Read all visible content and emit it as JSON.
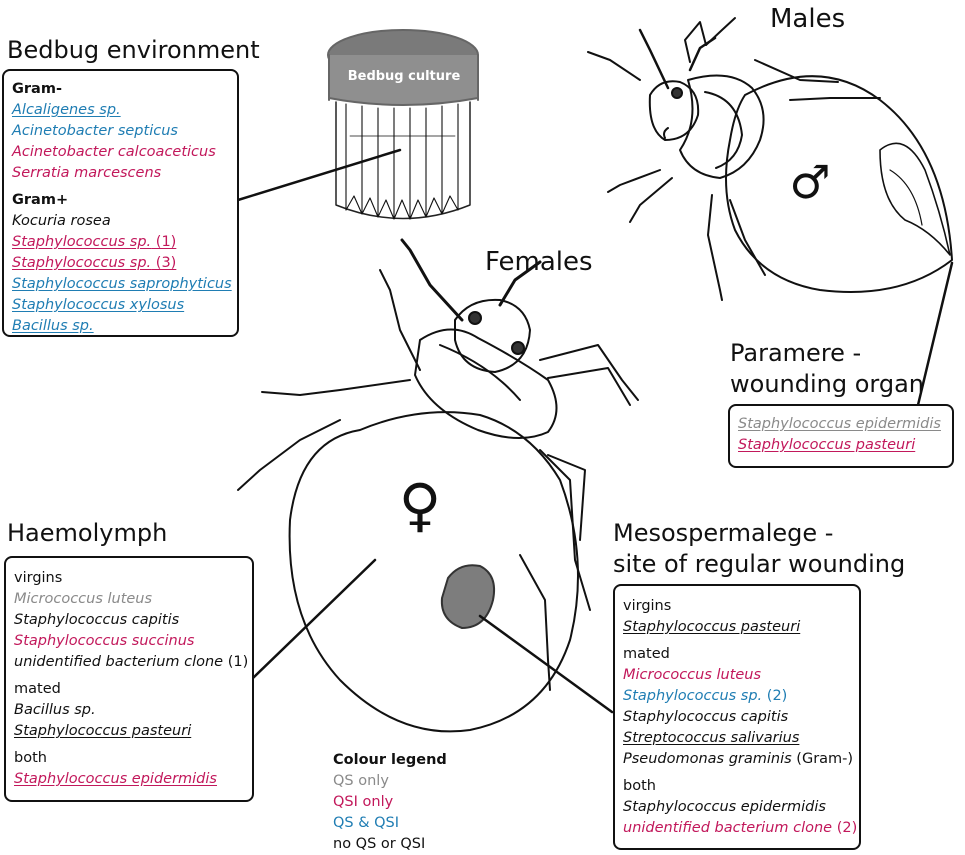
{
  "colors": {
    "qs_only": "#8a8a8a",
    "qsi_only": "#c2185b",
    "qs_qsi": "#1f7db3",
    "none": "#111111"
  },
  "titles": {
    "environment": "Bedbug environment",
    "males": "Males",
    "females": "Females",
    "paramere": [
      "Paramere -",
      "wounding organ"
    ],
    "haemolymph": "Haemolymph",
    "mesospermalege": [
      "Mesospermalege -",
      "site of regular wounding"
    ],
    "culture": "Bedbug culture",
    "male_symbol": "♂",
    "female_symbol": "♀"
  },
  "environment_box": {
    "groups": [
      {
        "label": "Gram-",
        "items": [
          {
            "name": "Alcaligenes sp.",
            "color": "qs_qsi",
            "underline": true
          },
          {
            "name": "Acinetobacter septicus",
            "color": "qs_qsi",
            "underline": false
          },
          {
            "name": "Acinetobacter calcoaceticus",
            "color": "qsi_only",
            "underline": false
          },
          {
            "name": "Serratia marcescens",
            "color": "qsi_only",
            "underline": false
          }
        ]
      },
      {
        "label": "Gram+",
        "items": [
          {
            "name": "Kocuria rosea",
            "color": "none",
            "underline": false
          },
          {
            "name": "Staphylococcus sp.",
            "suffix": " (1)",
            "color": "qsi_only",
            "underline": true
          },
          {
            "name": "Staphylococcus sp.",
            "suffix": " (3)",
            "color": "qsi_only",
            "underline": true
          },
          {
            "name": "Staphylococcus saprophyticus",
            "color": "qs_qsi",
            "underline": true
          },
          {
            "name": "Staphylococcus xylosus",
            "color": "qs_qsi",
            "underline": true
          },
          {
            "name": "Bacillus sp.",
            "color": "qs_qsi",
            "underline": true
          }
        ]
      }
    ]
  },
  "paramere_box": {
    "items": [
      {
        "name": "Staphylococcus epidermidis",
        "color": "qs_only",
        "underline": true
      },
      {
        "name": "Staphylococcus pasteuri",
        "color": "qsi_only",
        "underline": true
      }
    ]
  },
  "haemolymph_box": {
    "groups": [
      {
        "label": "virgins",
        "items": [
          {
            "name": "Micrococcus luteus",
            "color": "qs_only",
            "underline": false
          },
          {
            "name": "Staphylococcus capitis",
            "color": "none",
            "underline": false
          },
          {
            "name": "Staphylococcus succinus",
            "color": "qsi_only",
            "underline": false
          },
          {
            "name": "unidentified bacterium clone",
            "suffix": " (1)",
            "color": "none",
            "underline": false
          }
        ]
      },
      {
        "label": "mated",
        "items": [
          {
            "name": "Bacillus sp.",
            "color": "none",
            "underline": false
          },
          {
            "name": "Staphylococcus pasteuri",
            "color": "none",
            "underline": true
          }
        ]
      },
      {
        "label": "both",
        "items": [
          {
            "name": "Staphylococcus epidermidis",
            "color": "qsi_only",
            "underline": true
          }
        ]
      }
    ]
  },
  "mesospermalege_box": {
    "groups": [
      {
        "label": "virgins",
        "items": [
          {
            "name": "Staphylococcus pasteuri",
            "color": "none",
            "underline": true
          }
        ]
      },
      {
        "label": "mated",
        "items": [
          {
            "name": "Micrococcus luteus",
            "color": "qsi_only",
            "underline": false
          },
          {
            "name": "Staphylococcus sp.",
            "suffix": " (2)",
            "color": "qs_qsi",
            "underline": false
          },
          {
            "name": "Staphylococcus capitis",
            "color": "none",
            "underline": false
          },
          {
            "name": "Streptococcus salivarius",
            "color": "none",
            "underline": true
          },
          {
            "name": "Pseudomonas graminis",
            "suffix": " (Gram-)",
            "color": "none",
            "underline": false
          }
        ]
      },
      {
        "label": "both",
        "items": [
          {
            "name": "Staphylococcus epidermidis",
            "color": "none",
            "underline": false
          },
          {
            "name": "unidentified bacterium clone",
            "suffix": " (2)",
            "color": "qsi_only",
            "underline": false
          }
        ]
      }
    ]
  },
  "legend": {
    "title": "Colour legend",
    "entries": [
      {
        "label": "QS only",
        "color": "qs_only"
      },
      {
        "label": "QSI only",
        "color": "qsi_only"
      },
      {
        "label": "QS & QSI",
        "color": "qs_qsi"
      },
      {
        "label": "no QS or QSI",
        "color": "none"
      }
    ]
  }
}
